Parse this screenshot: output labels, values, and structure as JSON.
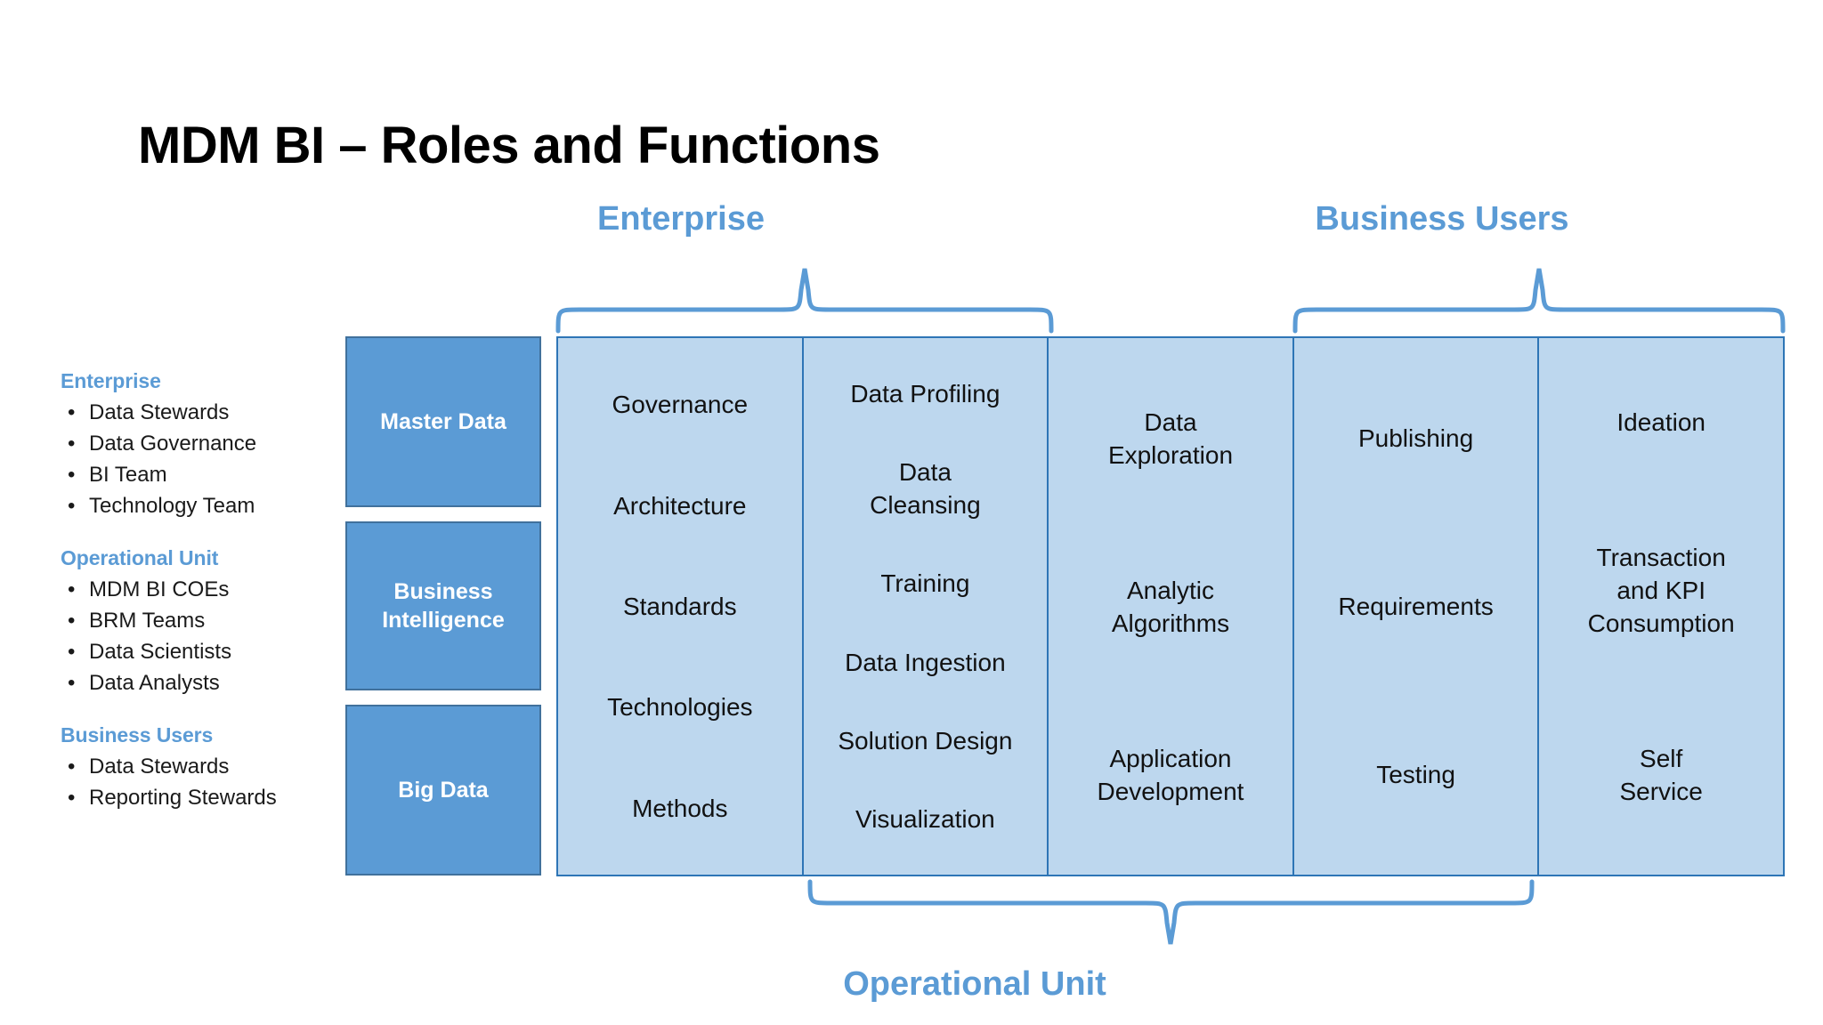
{
  "slide": {
    "title": "MDM BI – Roles and Functions",
    "accent_color": "#5B9BD5",
    "matrix_fill": "#BDD7EE",
    "matrix_border": "#2E75B6",
    "rowbox_fill": "#5B9BD5"
  },
  "legend": {
    "groups": [
      {
        "heading": "Enterprise",
        "items": [
          "Data Stewards",
          "Data Governance",
          "BI Team",
          "Technology Team"
        ]
      },
      {
        "heading": "Operational Unit",
        "items": [
          "MDM BI COEs",
          "BRM Teams",
          "Data Scientists",
          "Data Analysts"
        ]
      },
      {
        "heading": "Business Users",
        "items": [
          "Data Stewards",
          "Reporting Stewards"
        ]
      }
    ]
  },
  "rows": [
    {
      "label": "Master Data"
    },
    {
      "label": "Business\nIntelligence"
    },
    {
      "label": "Big Data"
    }
  ],
  "matrix": {
    "columns": [
      {
        "index": 1,
        "cells": [
          "Governance",
          "Architecture",
          "Standards",
          "Technologies",
          "Methods"
        ]
      },
      {
        "index": 2,
        "cells": [
          "Data Profiling",
          "Data\nCleansing",
          "Training",
          "Data Ingestion",
          "Solution Design",
          "Visualization"
        ]
      },
      {
        "index": 3,
        "cells": [
          "Data\nExploration",
          "Analytic\nAlgorithms",
          "Application\nDevelopment"
        ]
      },
      {
        "index": 4,
        "cells": [
          "Publishing",
          "Requirements",
          "Testing"
        ]
      },
      {
        "index": 5,
        "cells": [
          "Ideation",
          "Transaction\nand KPI\nConsumption",
          "Self\nService"
        ]
      }
    ]
  },
  "braces": {
    "top_left": {
      "label": "Enterprise",
      "spans_columns": "1-2"
    },
    "top_right": {
      "label": "Business Users",
      "spans_columns": "4-5"
    },
    "bottom": {
      "label": "Operational Unit",
      "spans_columns": "2-4"
    }
  }
}
